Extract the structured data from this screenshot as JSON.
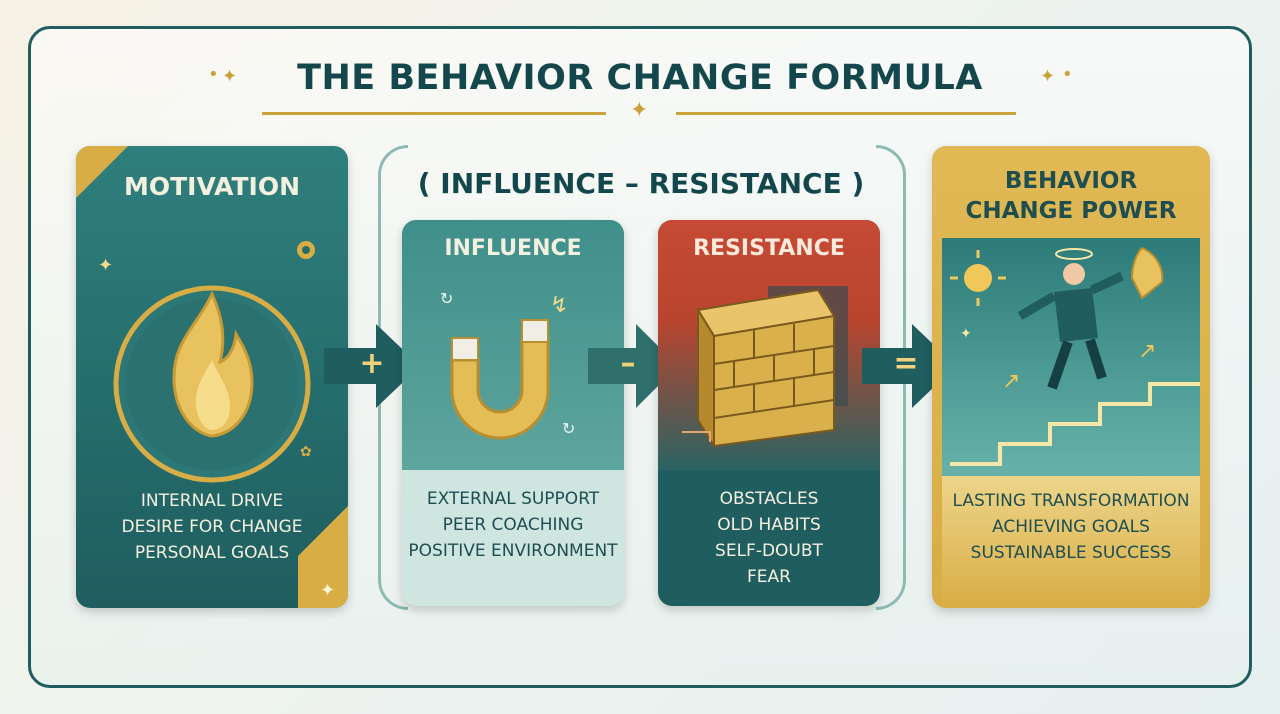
{
  "title": "THE BEHAVIOR CHANGE FORMULA",
  "formula_label": "( INFLUENCE – RESISTANCE )",
  "operators": {
    "plus": "+",
    "minus": "–",
    "equals": "="
  },
  "cards": {
    "motivation": {
      "title": "MOTIVATION",
      "lines": [
        "INTERNAL DRIVE",
        "DESIRE FOR CHANGE",
        "PERSONAL GOALS"
      ],
      "icon": "flame-icon"
    },
    "influence": {
      "title": "INFLUENCE",
      "lines": [
        "EXTERNAL SUPPORT",
        "PEER COACHING",
        "POSITIVE ENVIRONMENT"
      ],
      "icon": "magnet-icon"
    },
    "resistance": {
      "title": "RESISTANCE",
      "lines": [
        "OBSTACLES",
        "OLD HABITS",
        "SELF-DOUBT",
        "FEAR"
      ],
      "icon": "brick-wall-icon"
    },
    "power": {
      "title_line1": "BEHAVIOR",
      "title_line2": "CHANGE POWER",
      "lines": [
        "LASTING TRANSFORMATION",
        "ACHIEVING GOALS",
        "SUSTAINABLE SUCCESS"
      ],
      "icon": "climbing-person-icon"
    }
  },
  "colors": {
    "teal_dark": "#1f5d5f",
    "teal": "#2f7f7d",
    "gold": "#d8ad45",
    "red": "#c64a35",
    "mint": "#cfe6e0"
  }
}
